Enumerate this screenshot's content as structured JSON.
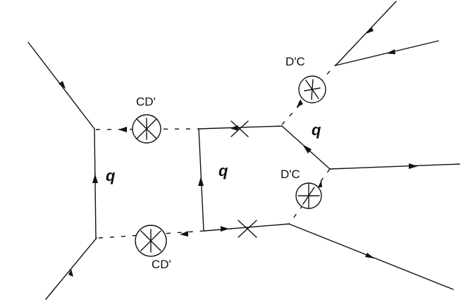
{
  "labels": {
    "q_left": "q",
    "q_middle": "q",
    "q_right": "q",
    "cd_top": "CD'",
    "cd_bottom": "CD'",
    "dc_top": "D'C",
    "dc_middle": "D'C"
  }
}
